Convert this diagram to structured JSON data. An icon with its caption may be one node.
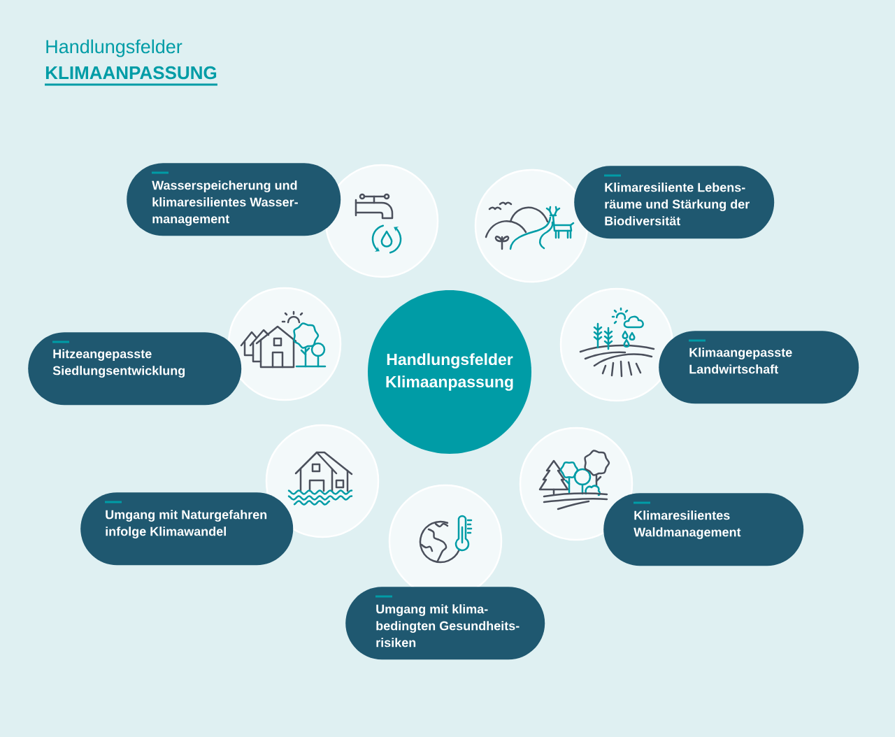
{
  "diagram": {
    "title": "Handlungsfelder",
    "nodes": [
      {
        "text": [
          "Wasserspeicherung und klimaresilientes Wasser- management"
        ]
      },
      {
        "text": [
          "Klimaresiliente Lebens- räume und Stärkung der Biodiversität"
        ]
      },
      {
        "text": [
          "Hitzeangepasste Siedlungsentwicklung"
        ]
      },
      {
        "text": [
          "Handlungsfelder Klimaanpassung"
        ]
      },
      {
        "text": [
          "Klimaangepasste Landwirtschaft"
        ]
      },
      {
        "text": [
          "Umgang mit Naturgefahren infolge Klimawandel"
        ]
      },
      {
        "text": [
          "Klimaresilientes Waldmanagement"
        ]
      },
      {
        "text": [
          "Umgang mit klima- bedingten Gesundheits- risiken"
        ]
      }
    ],
    "labels": [
      "KLIMAANPASSUNG"
    ]
  }
}
